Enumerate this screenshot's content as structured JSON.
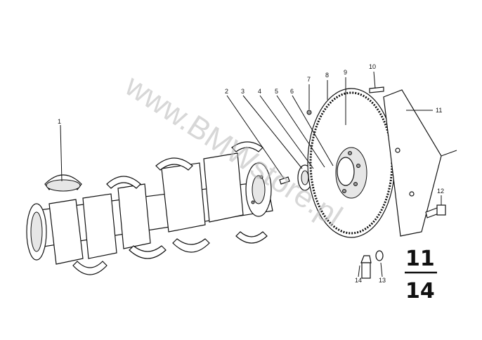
{
  "diagram": {
    "callouts": [
      {
        "id": "1",
        "label": "1"
      },
      {
        "id": "2",
        "label": "2"
      },
      {
        "id": "3",
        "label": "3"
      },
      {
        "id": "4",
        "label": "4"
      },
      {
        "id": "5",
        "label": "5"
      },
      {
        "id": "6",
        "label": "6"
      },
      {
        "id": "7",
        "label": "7"
      },
      {
        "id": "8",
        "label": "8"
      },
      {
        "id": "9",
        "label": "9"
      },
      {
        "id": "10",
        "label": "10"
      },
      {
        "id": "11",
        "label": "11"
      },
      {
        "id": "12",
        "label": "12"
      },
      {
        "id": "13",
        "label": "13"
      },
      {
        "id": "14",
        "label": "14"
      }
    ],
    "page_ref": {
      "top": "11",
      "bottom": "14"
    },
    "watermark": "www.BMWstore.pl"
  }
}
